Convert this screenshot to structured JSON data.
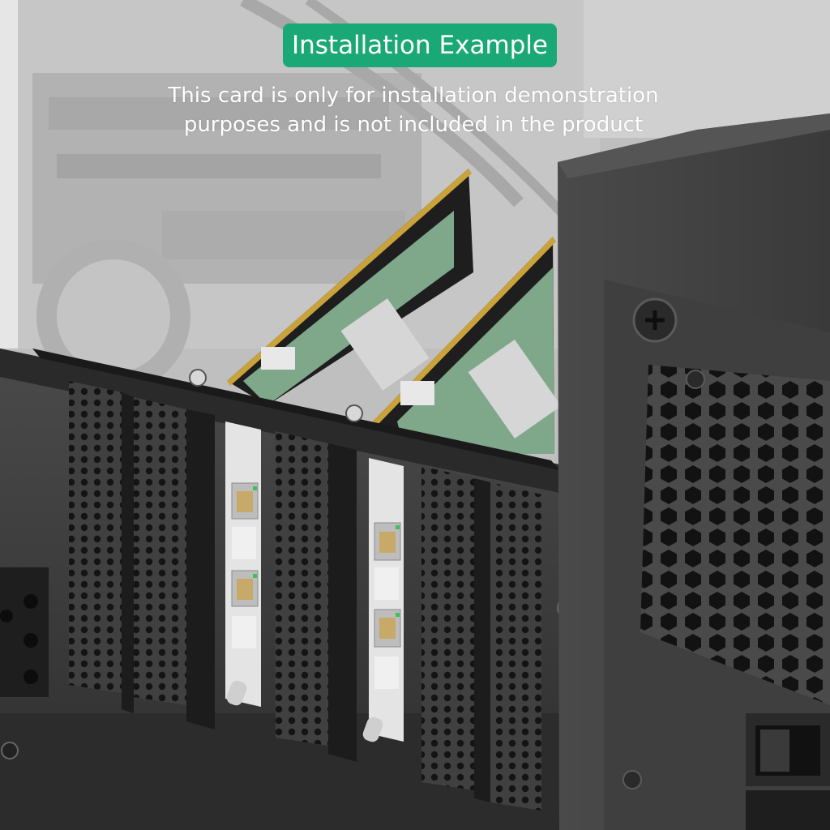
{
  "header": {
    "title": "Installation Example",
    "caption_line1": "This card is only for installation demonstration",
    "caption_line2": "purposes and is not included in the product"
  },
  "colors": {
    "badge_green": "#1aa876",
    "case_dark": "#3a3a3a",
    "background_gray": "#bdbdbd"
  }
}
